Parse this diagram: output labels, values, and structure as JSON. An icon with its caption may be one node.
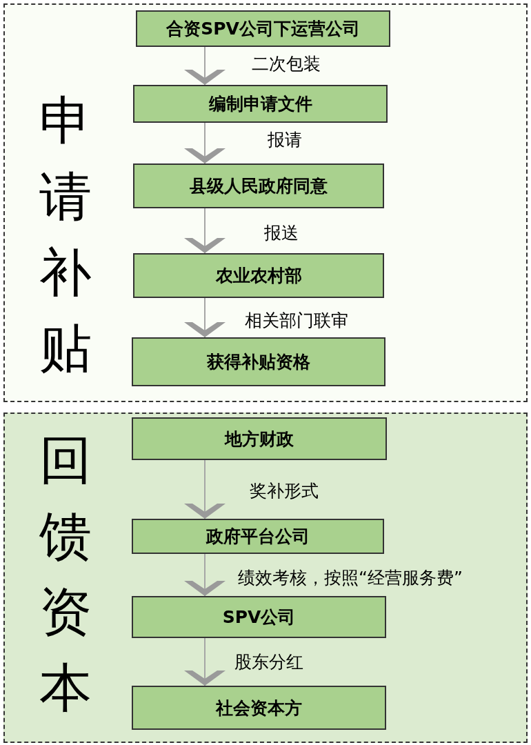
{
  "diagram": {
    "nodes": [
      {
        "text": [
          "申请补贴"
        ]
      },
      {
        "text": [
          "合资SPV公司下运营公司"
        ],
        "in": 0
      },
      {
        "text": [
          "编制申请文件"
        ],
        "in": 0
      },
      {
        "text": [
          "县级人民政府同意"
        ],
        "in": 0
      },
      {
        "text": [
          "农业农村部"
        ],
        "in": 0
      },
      {
        "text": [
          "获得补贴资格"
        ],
        "in": 0
      },
      {
        "text": [
          "回馈资本"
        ]
      },
      {
        "text": [
          "地方财政"
        ],
        "in": 6
      },
      {
        "text": [
          "政府平台公司"
        ],
        "in": 6
      },
      {
        "text": [
          "SPV公司"
        ],
        "in": 6
      },
      {
        "text": [
          "社会资本方"
        ],
        "in": 6
      }
    ],
    "edges": [
      {
        "from": 1,
        "to": 2,
        "arrow": "to",
        "label": "二次包装"
      },
      {
        "from": 2,
        "to": 3,
        "arrow": "to",
        "label": "报请"
      },
      {
        "from": 3,
        "to": 4,
        "arrow": "to",
        "label": "报送"
      },
      {
        "from": 4,
        "to": 5,
        "arrow": "to",
        "label": "相关部门联审"
      },
      {
        "from": 7,
        "to": 8,
        "arrow": "to",
        "label": "奖补形式"
      },
      {
        "from": 8,
        "to": 9,
        "arrow": "to",
        "label": "绩效考核，按照“经营服务费”"
      },
      {
        "from": 9,
        "to": 10,
        "arrow": "to",
        "label": "股东分红"
      }
    ]
  }
}
